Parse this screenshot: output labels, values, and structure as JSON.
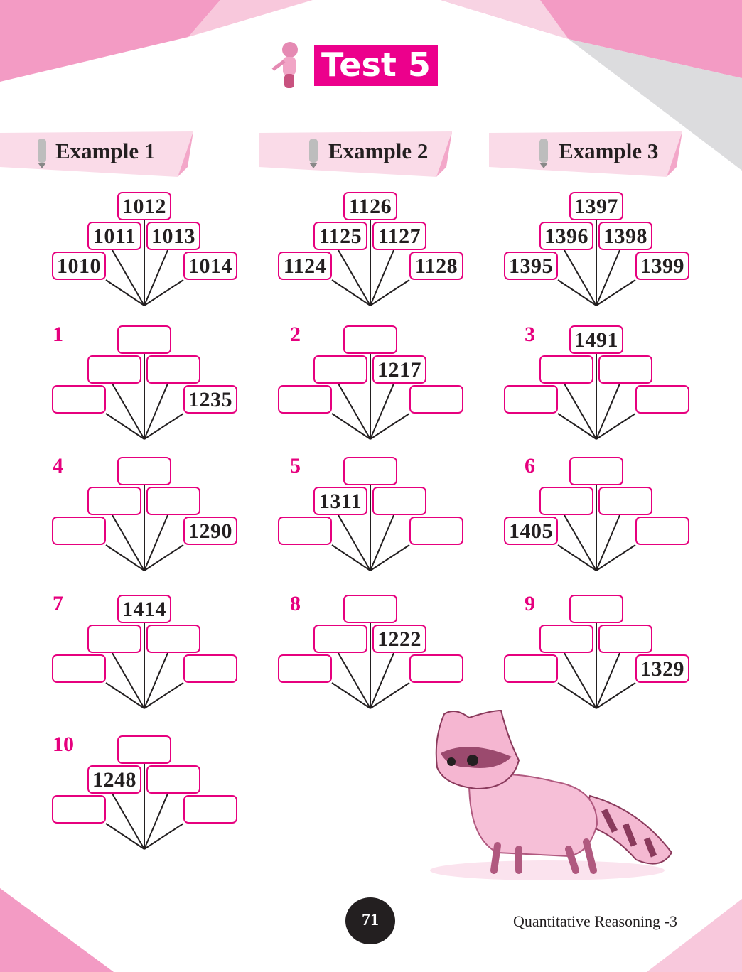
{
  "title": "Test 5",
  "examples": [
    {
      "label": "Example 1",
      "values": {
        "top": "1012",
        "midL": "1011",
        "midR": "1013",
        "botL": "1010",
        "botR": "1014"
      }
    },
    {
      "label": "Example 2",
      "values": {
        "top": "1126",
        "midL": "1125",
        "midR": "1127",
        "botL": "1124",
        "botR": "1128"
      }
    },
    {
      "label": "Example 3",
      "values": {
        "top": "1397",
        "midL": "1396",
        "midR": "1398",
        "botL": "1395",
        "botR": "1399"
      }
    }
  ],
  "problems": [
    {
      "number": "1",
      "values": {
        "botR": "1235"
      }
    },
    {
      "number": "2",
      "values": {
        "midR": "1217"
      }
    },
    {
      "number": "3",
      "values": {
        "top": "1491"
      }
    },
    {
      "number": "4",
      "values": {
        "botR": "1290"
      }
    },
    {
      "number": "5",
      "values": {
        "midL": "1311"
      }
    },
    {
      "number": "6",
      "values": {
        "botL": "1405"
      }
    },
    {
      "number": "7",
      "values": {
        "top": "1414"
      }
    },
    {
      "number": "8",
      "values": {
        "midR": "1222"
      }
    },
    {
      "number": "9",
      "values": {
        "botR": "1329"
      }
    },
    {
      "number": "10",
      "values": {
        "midL": "1248"
      }
    }
  ],
  "footer": {
    "page_number": "71",
    "book_title": "Quantitative Reasoning -3"
  },
  "colors": {
    "accent": "#e6007e",
    "title_bg": "#ec008c",
    "banner": "#fadbe8",
    "decor": "#f39bc4"
  }
}
